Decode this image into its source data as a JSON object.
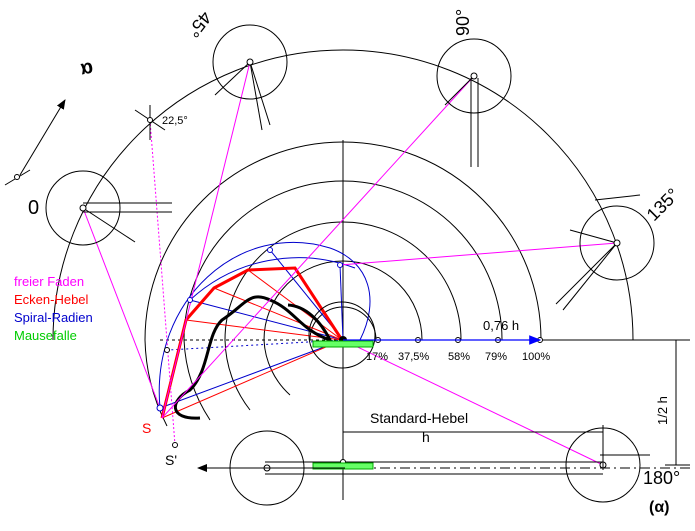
{
  "angles": {
    "a0": "0",
    "a22": "22,5°",
    "a45": "45°",
    "a90": "90°",
    "a135": "135°",
    "a180": "180°",
    "alpha_rotated": "α",
    "alpha_bottom": "(α)"
  },
  "legend": [
    {
      "text": "freier Faden",
      "color": "#ff00ff"
    },
    {
      "text": "Ecken-Hebel",
      "color": "#ff0000"
    },
    {
      "text": "Spiral-Radien",
      "color": "#0000cc"
    },
    {
      "text": "Mausefalle",
      "color": "#00cc00"
    }
  ],
  "scale": {
    "ticks": [
      "17%",
      "37,5%",
      "58%",
      "79%",
      "100%"
    ],
    "arrow_label": "0,76 h"
  },
  "points": {
    "s": "S",
    "s_prime": "S'"
  },
  "lever": {
    "standard": "Standard-Hebel",
    "h": "h",
    "half_h": "1/2 h"
  }
}
